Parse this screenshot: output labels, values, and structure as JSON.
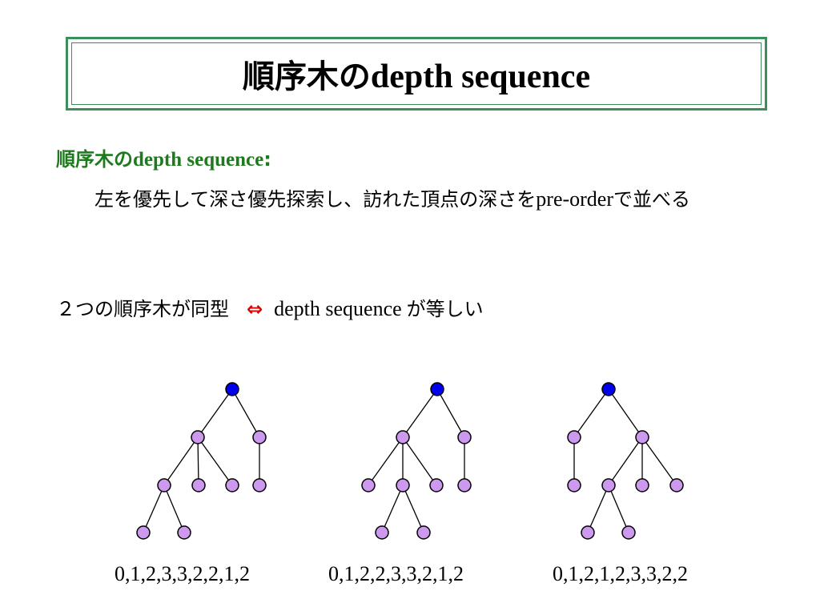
{
  "title": {
    "jp": "順序木の",
    "latin": "depth sequence"
  },
  "definition": {
    "heading_jp": "順序木の",
    "heading_latin": "depth sequence",
    "heading_colon": ":",
    "body_jp_1": "左を優先して深さ優先探索し、訪れた頂点の深さを",
    "body_latin_1": "pre-order",
    "body_jp_2": "で並べる"
  },
  "statement": {
    "left": "２つの順序木が同型",
    "arrow": "⇔",
    "latin": "depth sequence",
    "right": "が等しい"
  },
  "trees": [
    {
      "sequence": "0,1,2,3,3,2,2,1,2"
    },
    {
      "sequence": "0,1,2,2,3,3,2,1,2"
    },
    {
      "sequence": "0,1,2,1,2,3,3,2,2"
    }
  ],
  "colors": {
    "title_border": "#3c8f5a",
    "heading": "#1f7a1f",
    "arrow": "#dd0000",
    "root_node": "#0000ee",
    "node": "#cc99ee"
  }
}
